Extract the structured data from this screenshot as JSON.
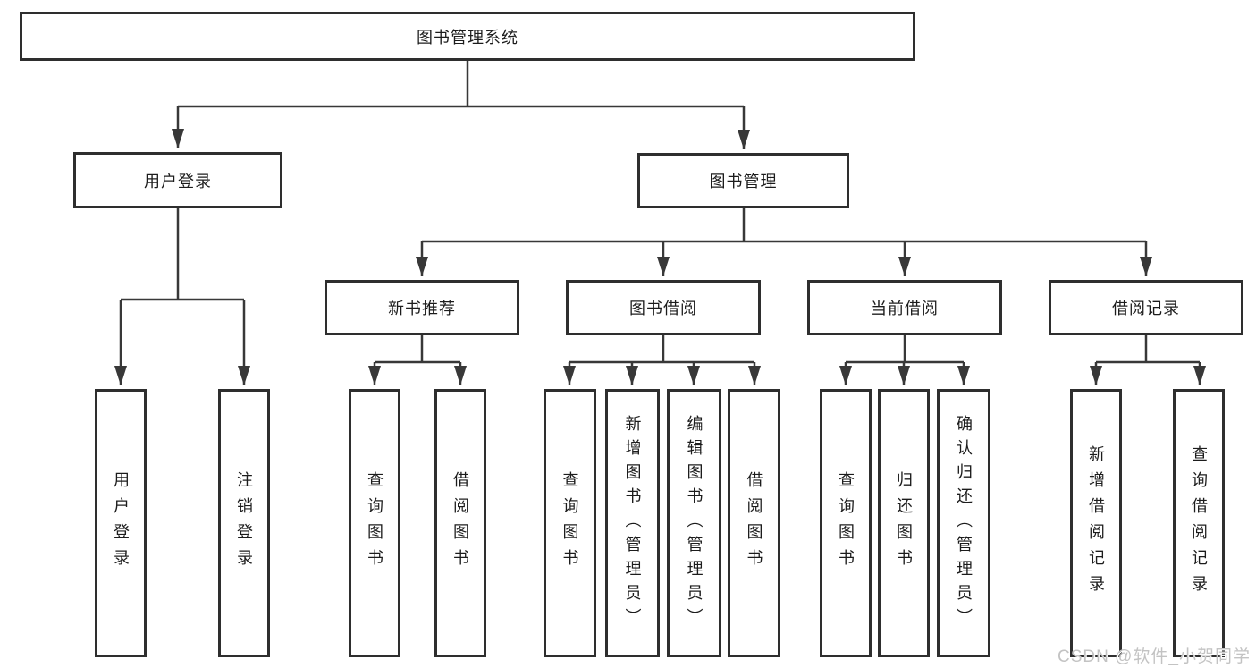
{
  "diagram": {
    "root": {
      "label": "图书管理系统"
    },
    "branches": [
      {
        "label": "用户登录",
        "children": [
          "用户登录",
          "注销登录"
        ]
      },
      {
        "label": "图书管理",
        "groups": [
          {
            "label": "新书推荐",
            "children": [
              "查询图书",
              "借阅图书"
            ]
          },
          {
            "label": "图书借阅",
            "children": [
              "查询图书",
              "新增图书（管理员）",
              "编辑图书（管理员）",
              "借阅图书"
            ]
          },
          {
            "label": "当前借阅",
            "children": [
              "查询图书",
              "归还图书",
              "确认归还（管理员）"
            ]
          },
          {
            "label": "借阅记录",
            "children": [
              "新增借阅记录",
              "查询借阅记录"
            ]
          }
        ]
      }
    ]
  },
  "colors": {
    "line": "#383838",
    "border": "#2e2e2e",
    "text": "#1c1c1c",
    "watermark": "#c3c3c3"
  },
  "watermark": "CSDN @软件_小贺同学"
}
